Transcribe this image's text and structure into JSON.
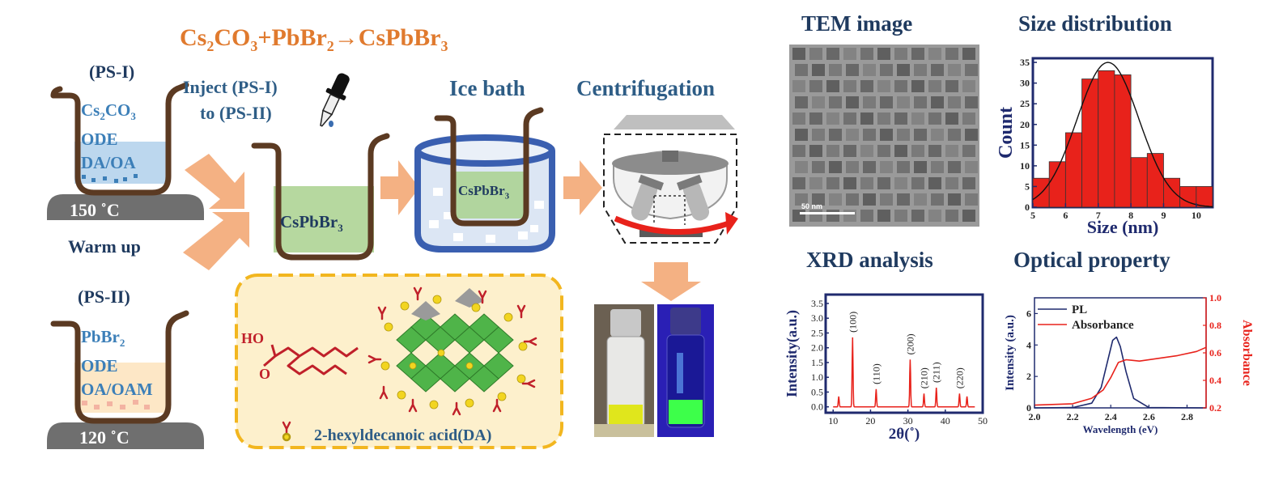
{
  "equation": {
    "a": "Cs",
    "a_sub": "2",
    "b": "CO",
    "b_sub": "3",
    "c": "+PbBr",
    "c_sub": "2",
    "d": "→CsPbBr",
    "d_sub": "3"
  },
  "ps1": {
    "title": "(PS-I)",
    "l1": "Cs",
    "l1_sub": "2",
    "l1_b": "CO",
    "l1_sub2": "3",
    "l2": "ODE",
    "l3": "DA/OA",
    "temp": "150 ˚C"
  },
  "ps2": {
    "title": "(PS-II)",
    "l1": "PbBr",
    "l1_sub": "2",
    "l2": "ODE",
    "l3": "OA/OAM",
    "temp": "120 ˚C"
  },
  "steps": {
    "inject_1": "Inject (PS-I)",
    "inject_2": "to (PS-II)",
    "warm": "Warm up",
    "ice": "Ice bath",
    "centrifuge": "Centrifugation",
    "product": "CsPbBr",
    "product_sub": "3"
  },
  "ligand": {
    "label": "2-hexyldecanoic acid(DA)",
    "ho": "HO",
    "o": "O"
  },
  "panels": {
    "tem_title": "TEM image",
    "tem_scale": "50 nm",
    "size_title": "Size distribution",
    "xrd_title": "XRD analysis",
    "optical_title": "Optical property"
  },
  "colors": {
    "orange": "#e07a2e",
    "navy": "#1f3a5f",
    "red": "#e8221b",
    "brown": "#5b3a22",
    "green": "#a9d18e"
  },
  "chart_data": [
    {
      "type": "bar",
      "xlabel": "Size (nm)",
      "ylabel": "Count",
      "xlim": [
        5,
        10.5
      ],
      "ylim": [
        0,
        36
      ],
      "xticks": [
        "5",
        "6",
        "7",
        "8",
        "9",
        "10"
      ],
      "yticks": [
        "0",
        "5",
        "10",
        "15",
        "20",
        "25",
        "30",
        "35"
      ],
      "bin_left": [
        5.0,
        5.5,
        6.0,
        6.5,
        7.0,
        7.5,
        8.0,
        8.5,
        9.0,
        9.5,
        10.0
      ],
      "bin_width": 0.5,
      "values": [
        7,
        11,
        18,
        31,
        33,
        32,
        12,
        13,
        7,
        5,
        5
      ],
      "fit_peak": {
        "x": 7.3,
        "y": 35,
        "sigma": 0.95
      },
      "grid": false
    },
    {
      "type": "line",
      "xlabel": "2θ(˚)",
      "ylabel": "Intensity(a.u.)",
      "xlim": [
        8,
        50
      ],
      "ylim": [
        -0.2,
        3.8
      ],
      "xticks": [
        "10",
        "20",
        "30",
        "40",
        "50"
      ],
      "yticks": [
        "0.0",
        "0.5",
        "1.0",
        "1.5",
        "2.0",
        "2.5",
        "3.0",
        "3.5"
      ],
      "peaks": [
        {
          "x": 11.5,
          "y": 0.35,
          "label": ""
        },
        {
          "x": 15.2,
          "y": 2.35,
          "label": "(100)"
        },
        {
          "x": 21.5,
          "y": 0.6,
          "label": "(110)"
        },
        {
          "x": 30.6,
          "y": 1.6,
          "label": "(200)"
        },
        {
          "x": 34.3,
          "y": 0.45,
          "label": "(210)"
        },
        {
          "x": 37.6,
          "y": 0.65,
          "label": "(211)"
        },
        {
          "x": 43.8,
          "y": 0.45,
          "label": "(220)"
        },
        {
          "x": 45.8,
          "y": 0.35,
          "label": ""
        }
      ],
      "grid": false
    },
    {
      "type": "line",
      "xlabel": "Wavelength (eV)",
      "ylabel": "Intensity (a.u.)",
      "y2label": "Absorbance",
      "xlim": [
        2.0,
        2.9
      ],
      "ylim": [
        0,
        7
      ],
      "y2lim": [
        0.2,
        1.0
      ],
      "xticks": [
        "2.0",
        "2.2",
        "2.4",
        "2.6",
        "2.8"
      ],
      "yticks": [
        "0",
        "2",
        "4",
        "6"
      ],
      "y2ticks": [
        "0.2",
        "0.4",
        "0.6",
        "0.8",
        "1.0"
      ],
      "legend": "top-left",
      "series": [
        {
          "name": "PL",
          "color": "#1f2a6e",
          "x": [
            2.0,
            2.2,
            2.3,
            2.35,
            2.38,
            2.41,
            2.43,
            2.45,
            2.48,
            2.52,
            2.6,
            2.9
          ],
          "y": [
            0.0,
            0.02,
            0.3,
            1.3,
            2.8,
            4.3,
            4.5,
            3.9,
            2.3,
            0.6,
            0.02,
            0.0
          ]
        },
        {
          "name": "Absorbance",
          "color": "#e8221b",
          "axis": "y2",
          "x": [
            2.0,
            2.2,
            2.3,
            2.36,
            2.4,
            2.44,
            2.48,
            2.55,
            2.65,
            2.75,
            2.85,
            2.9
          ],
          "y": [
            0.22,
            0.23,
            0.27,
            0.33,
            0.42,
            0.53,
            0.55,
            0.54,
            0.56,
            0.58,
            0.61,
            0.64
          ]
        }
      ]
    }
  ]
}
